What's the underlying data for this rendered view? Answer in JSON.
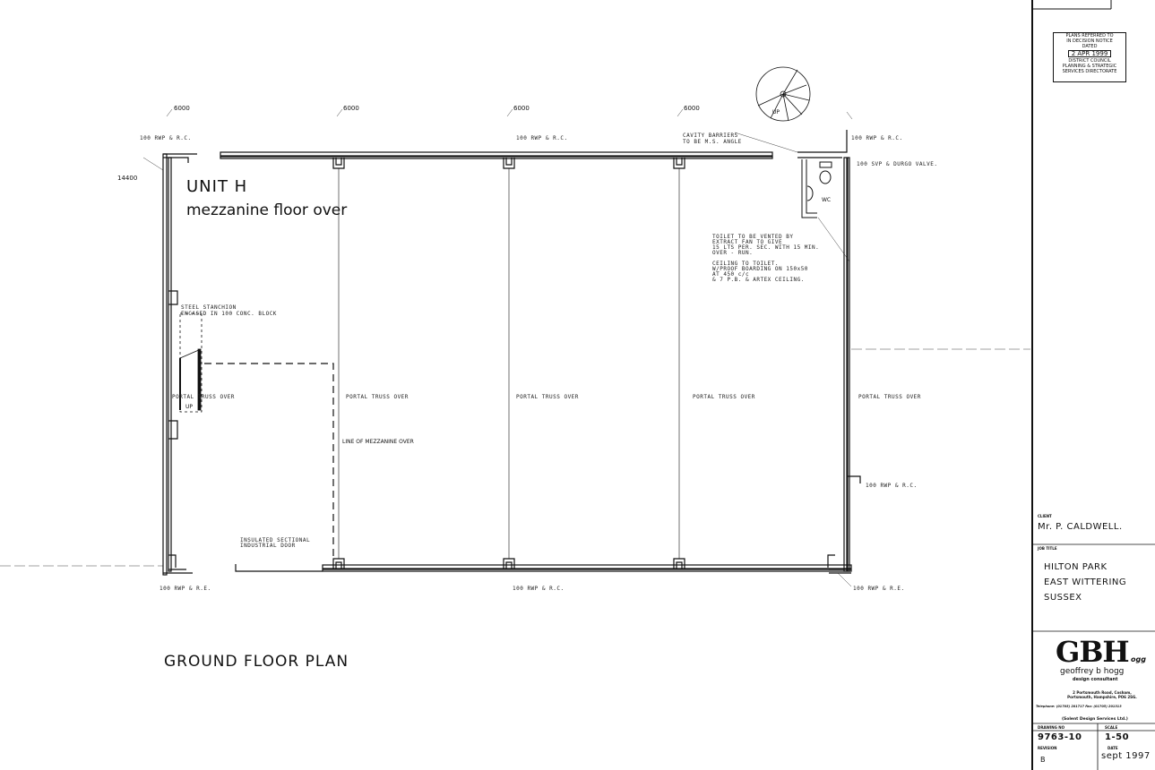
{
  "drawing": {
    "title": "GROUND FLOOR PLAN",
    "unit_name": "UNIT H",
    "unit_subtitle": "mezzanine floor over",
    "overall_dimension": "14400",
    "bay_dimensions": [
      "6000",
      "6000",
      "6000",
      "6000"
    ],
    "annotations": {
      "rwp_top_left": "100 RWP & R.C.",
      "rwp_top_center": "100 RWP & R.C.",
      "cavity_barriers": "CAVITY BARRIERS TO BE M.S. ANGLE",
      "rwp_top_right": "100 RWP & R.C.",
      "svp": "100 SVP & DURGO VALVE.",
      "wc": "WC",
      "spiral_up": "UP",
      "toilet_note": [
        "TOILET TO BE VENTED BY",
        "EXTRACT FAN TO GIVE",
        "15 LTS PER. SEC. WITH 15 MIN.",
        "OVER - RUN."
      ],
      "ceiling_note": [
        "CEILING TO TOILET.",
        "W/PROOF BOARDING ON 150x50",
        "AT 450 c/c",
        "& 7 P.B. & ARTEX CEILING."
      ],
      "steel_stanchion": [
        "STEEL STANCHION",
        "ENCASED IN 100 CONC. BLOCK"
      ],
      "stair_up": "UP",
      "portal_truss": "PORTAL TRUSS OVER",
      "mezzanine_line": "LINE OF MEZZANINE OVER",
      "sectional_door": [
        "INSULATED SECTIONAL",
        "INDUSTRIAL DOOR"
      ],
      "rwp_right_mid": "100 RWP & R.C.",
      "rwp_bottom_left": "100 RWP & R.E.",
      "rwp_bottom_center": "100 RWP & R.C.",
      "rwp_bottom_right": "100 RWP & R.E."
    }
  },
  "stamp": {
    "lines_top": [
      "PLANS REFERRED TO",
      "IN DECISION NOTICE",
      "DATED"
    ],
    "date": "2 APR 1999",
    "lines_bottom": [
      "DISTRICT COUNCIL",
      "PLANNING & STRATEGIC",
      "SERVICES DIRECTORATE"
    ]
  },
  "title_block": {
    "client_label": "CLIENT",
    "client": "Mr. P. CALDWELL.",
    "job_title_label": "JOB TITLE",
    "job_title": [
      "HILTON PARK",
      "EAST WITTERING",
      "SUSSEX"
    ],
    "logo": "GBH",
    "logo_suffix": "ogg",
    "company": "geoffrey b hogg",
    "company_role": "design consultant",
    "address": [
      "2 Portsmouth Road, Cosham,",
      "Portsmouth, Hampshire, PO6 2SG."
    ],
    "telephone": "Telephone: (01705) 201717  Fax: (01705) 201313",
    "parent": "(Solent Design Services Ltd.)",
    "drawing_no_label": "DRAWING NO",
    "drawing_no": "9763-10",
    "scale_label": "SCALE",
    "scale": "1-50",
    "revision_label": "REVISION",
    "revision": "B",
    "date_label": "DATE",
    "date": "sept 1997"
  }
}
